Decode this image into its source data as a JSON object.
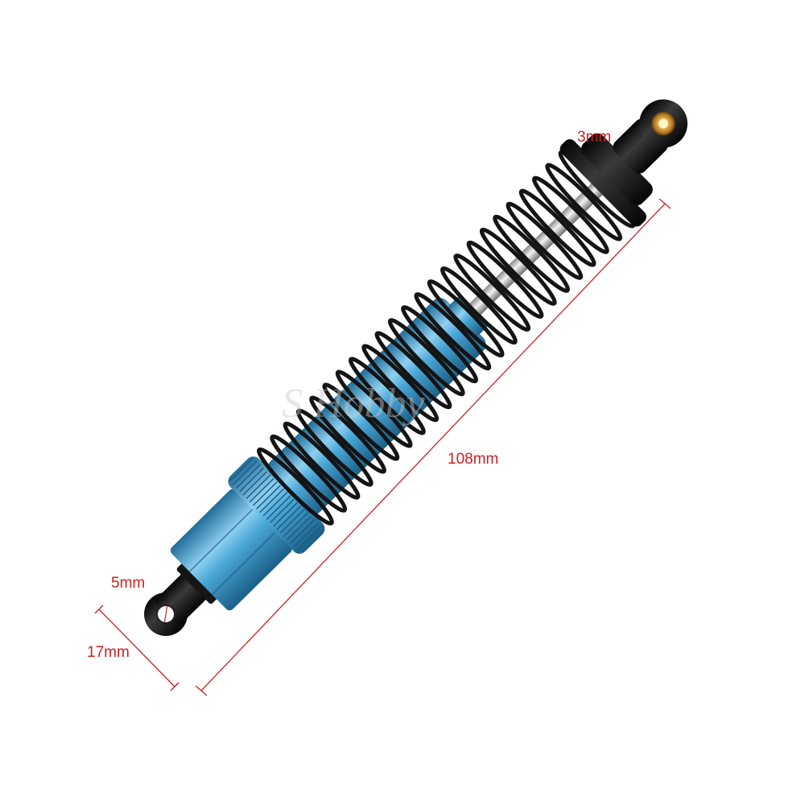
{
  "dimensions": {
    "top_hole": "3mm",
    "length": "108mm",
    "bottom_hole": "5mm",
    "body_width": "17mm"
  },
  "watermark": "S    Hobby",
  "colors": {
    "dimension_line": "#d02020",
    "shock_body": "#3f9fd0",
    "spring": "#141414",
    "rod": "#c8c8c8",
    "end_cap": "#1a1a1a",
    "brass_bushing": "#c8902c"
  },
  "icons": {
    "product": "shock-absorber-icon"
  }
}
